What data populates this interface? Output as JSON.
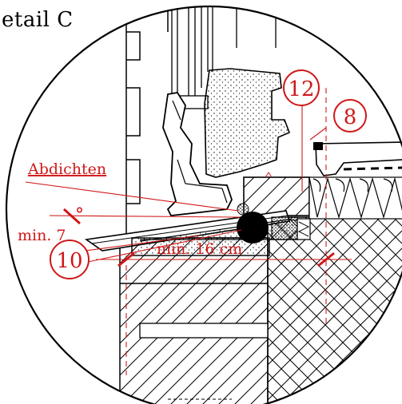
{
  "title": "etail C",
  "labels": {
    "sealing": "Abdichten",
    "min_angle": "min. 7",
    "degree_sign": "°",
    "min_distance": "min. 16 cm"
  },
  "callouts": [
    "12",
    "8",
    "10"
  ],
  "colors": {
    "annotation": "#d01818",
    "line": "#000000"
  }
}
